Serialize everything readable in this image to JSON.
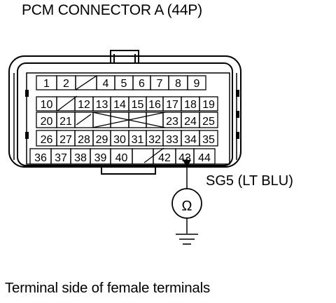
{
  "title": "PCM CONNECTOR A (44P)",
  "caption": "Terminal side of female terminals",
  "meter_symbol": "Ω",
  "signal_label": "SG5 (LT BLU)",
  "icons": [
    "ohmmeter-icon",
    "ground-icon"
  ],
  "pins": {
    "row1": [
      "1",
      "2",
      "",
      "4",
      "5",
      "6",
      "7",
      "8",
      "9"
    ],
    "row2": [
      "10",
      "",
      "12",
      "13",
      "14",
      "15",
      "16",
      "17",
      "18",
      "19"
    ],
    "row3": [
      "20",
      "21",
      "",
      "",
      "",
      "",
      "",
      "23",
      "24",
      "25"
    ],
    "row4": [
      "26",
      "27",
      "28",
      "29",
      "30",
      "31",
      "32",
      "33",
      "34",
      "35"
    ],
    "row5": [
      "36",
      "37",
      "38",
      "39",
      "40",
      "",
      "42",
      "43",
      "44"
    ]
  },
  "probed_pin": "43"
}
